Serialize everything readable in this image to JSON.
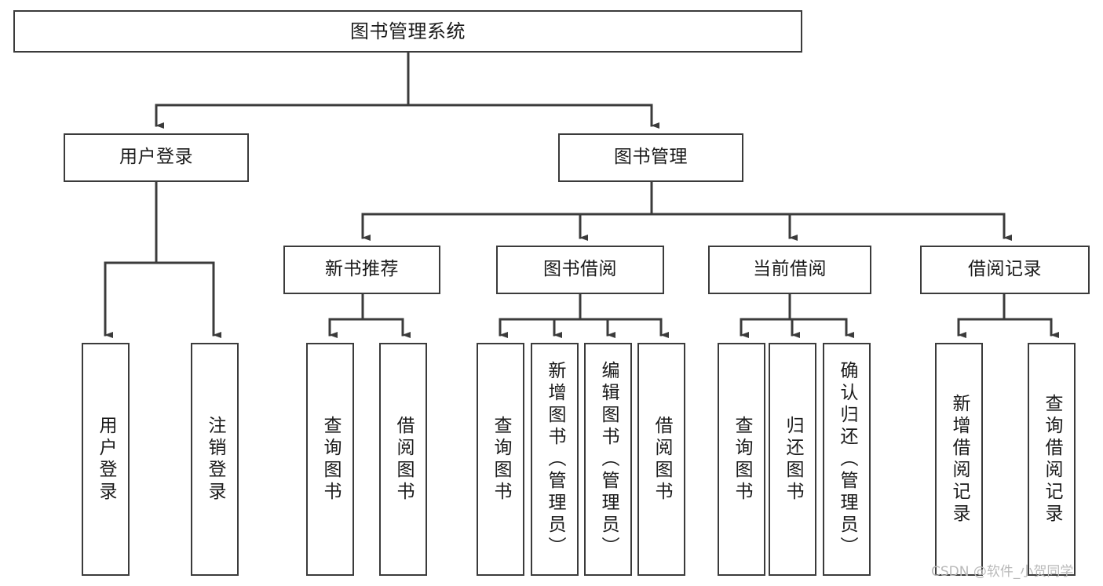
{
  "diagram": {
    "title": "图书管理系统",
    "type": "hierarchy-tree",
    "watermark": "CSDN @软件_小贺同学",
    "colors": {
      "box_border": "#3b3b3b",
      "box_fill": "#ffffff",
      "connector": "#3b3b3b",
      "text": "#1b1b1b",
      "watermark": "#b9b9b9"
    },
    "root": {
      "label": "图书管理系统"
    },
    "level2": [
      {
        "label": "用户登录"
      },
      {
        "label": "图书管理"
      }
    ],
    "level3": [
      {
        "label": "新书推荐"
      },
      {
        "label": "图书借阅"
      },
      {
        "label": "当前借阅"
      },
      {
        "label": "借阅记录"
      }
    ],
    "leaves": {
      "user_login": [
        {
          "label": "用户登录"
        },
        {
          "label": "注销登录"
        }
      ],
      "new_book_recommend": [
        {
          "label": "查询图书"
        },
        {
          "label": "借阅图书"
        }
      ],
      "book_borrow": [
        {
          "label": "查询图书"
        },
        {
          "label": "新增图书（管理员）"
        },
        {
          "label": "编辑图书（管理员）"
        },
        {
          "label": "借阅图书"
        }
      ],
      "current_borrow": [
        {
          "label": "查询图书"
        },
        {
          "label": "归还图书"
        },
        {
          "label": "确认归还（管理员）"
        }
      ],
      "borrow_record": [
        {
          "label": "新增借阅记录"
        },
        {
          "label": "查询借阅记录"
        }
      ]
    }
  }
}
